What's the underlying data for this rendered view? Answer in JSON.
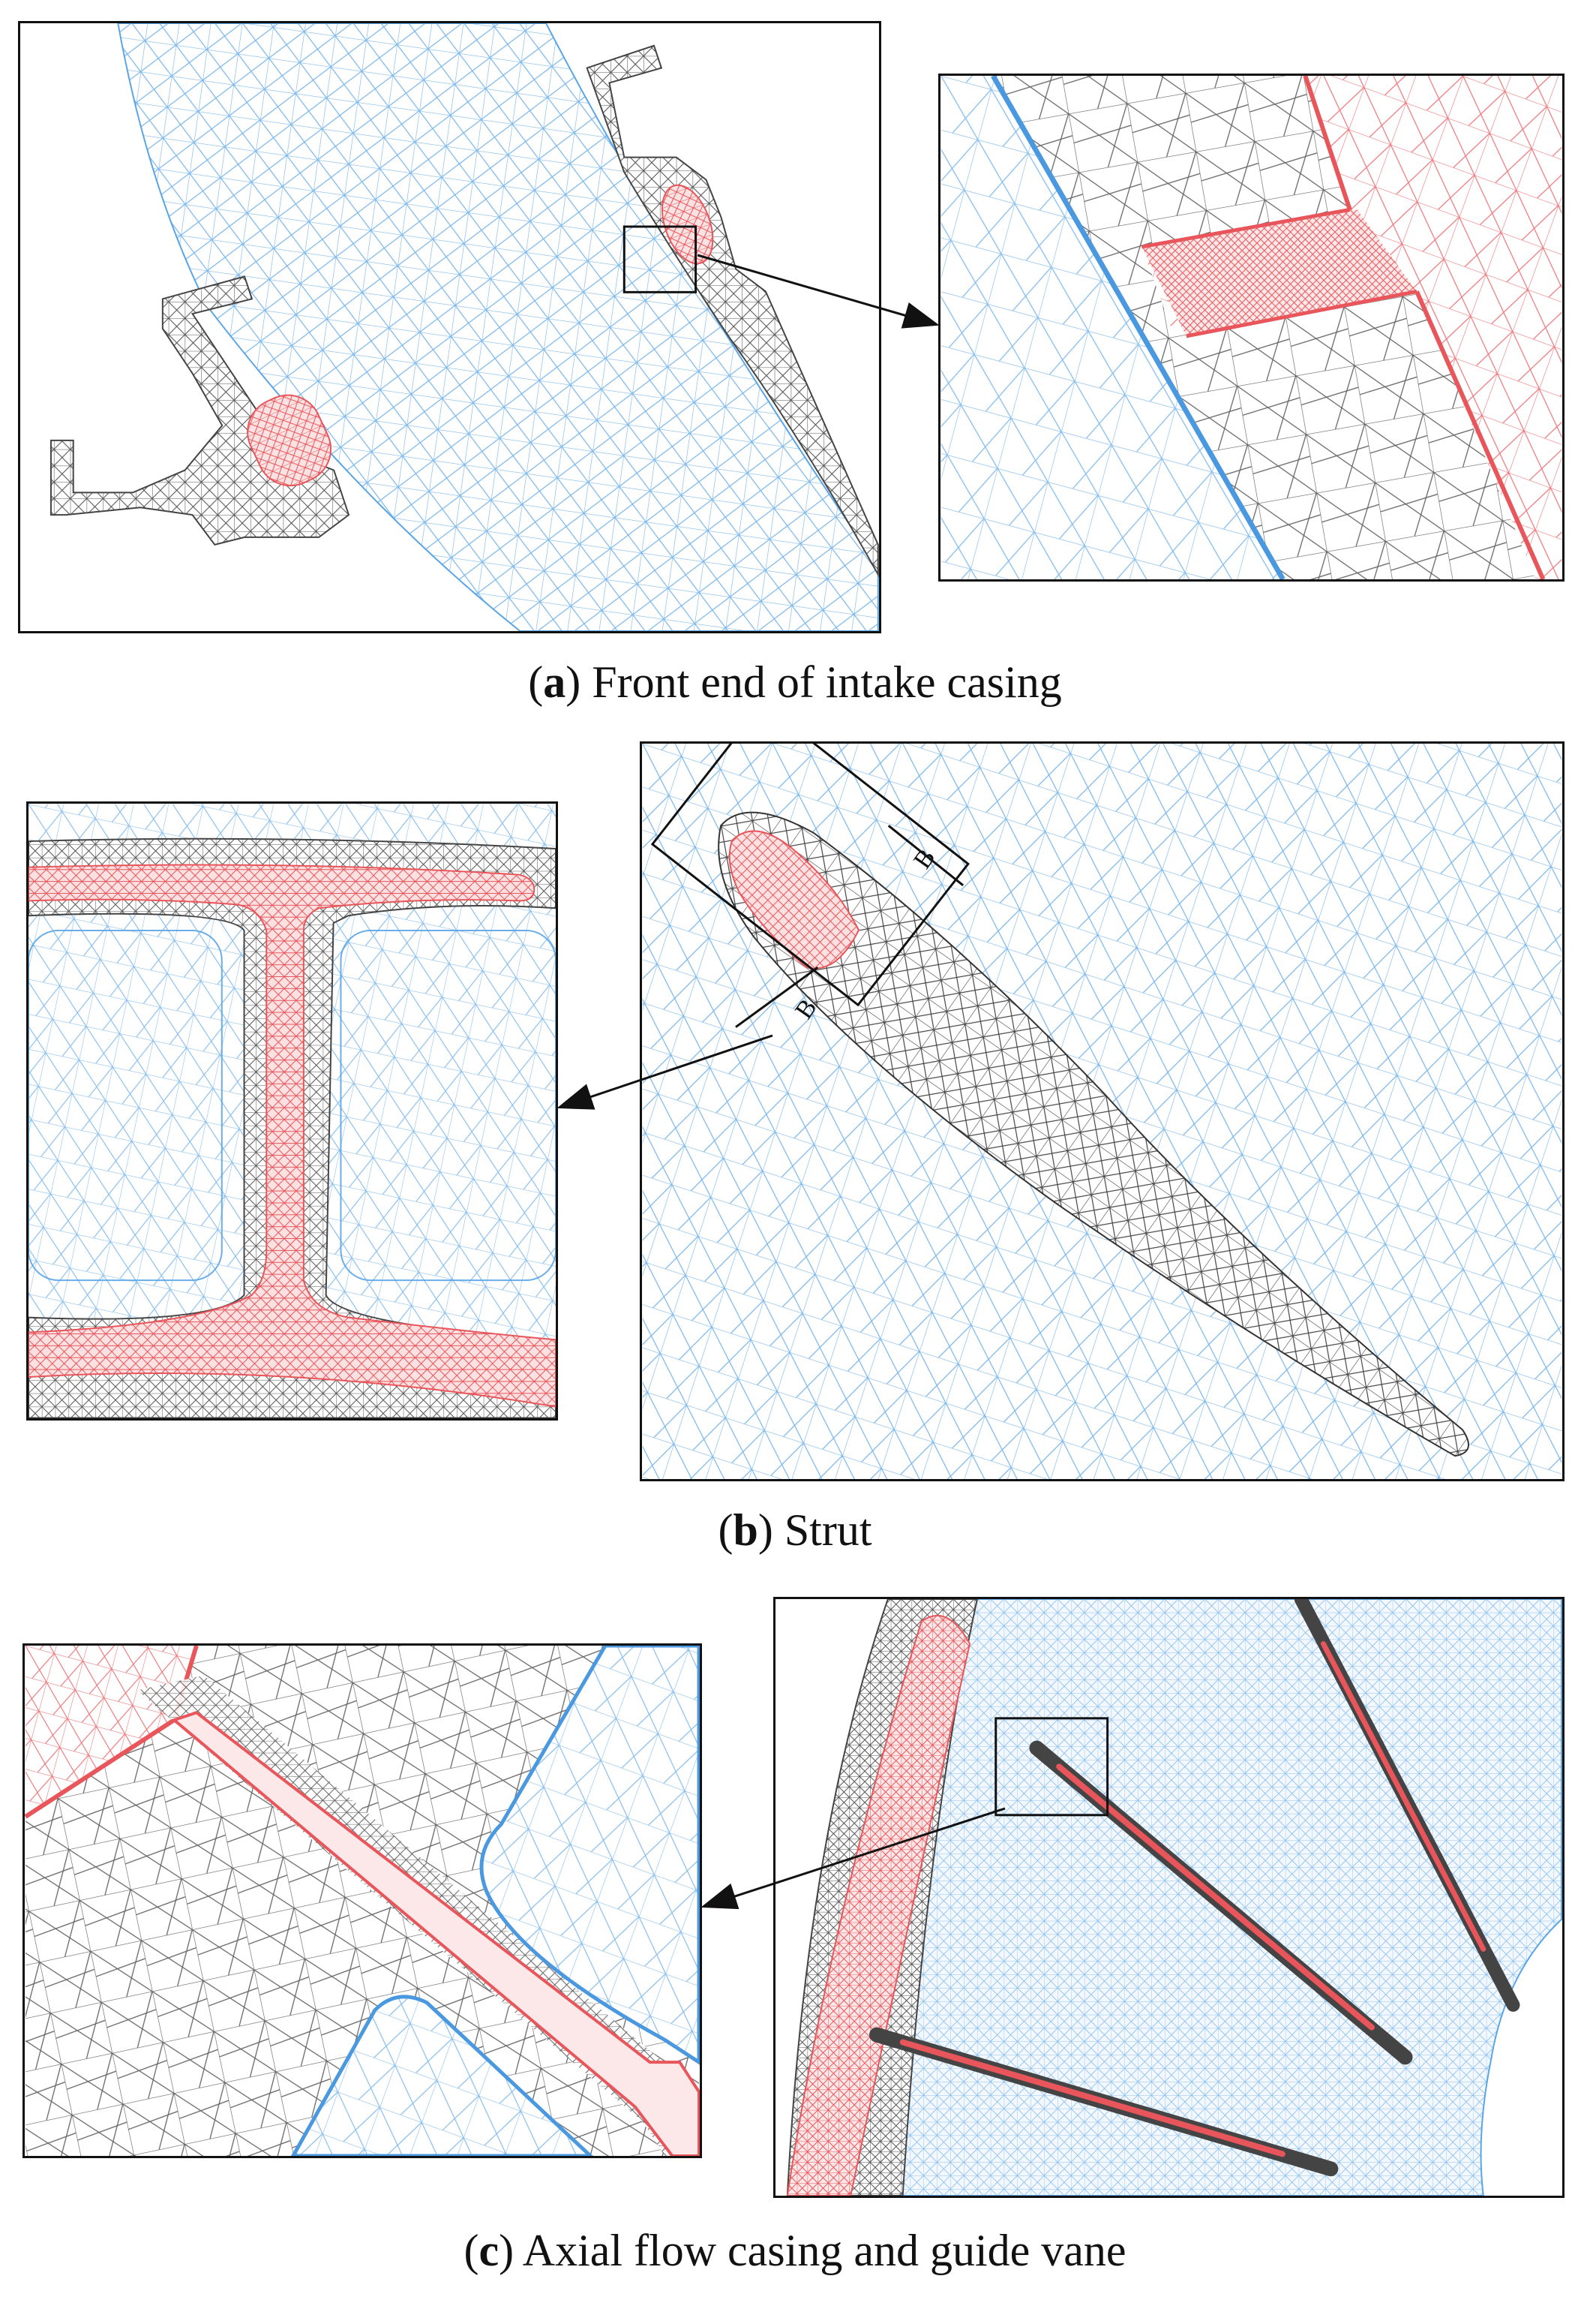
{
  "figure": {
    "captions": [
      {
        "letter": "a",
        "text": "Front end of intake casing"
      },
      {
        "letter": "b",
        "text": "Strut"
      },
      {
        "letter": "c",
        "text": "Axial flow casing and guide vane"
      }
    ],
    "section_labels": {
      "b_upper": "B",
      "b_lower": "B"
    }
  },
  "colors": {
    "fluid_mesh": "#5aa5e6",
    "solid_mesh": "#444444",
    "rebar_mesh": "#e8555a",
    "frame": "#111111"
  }
}
